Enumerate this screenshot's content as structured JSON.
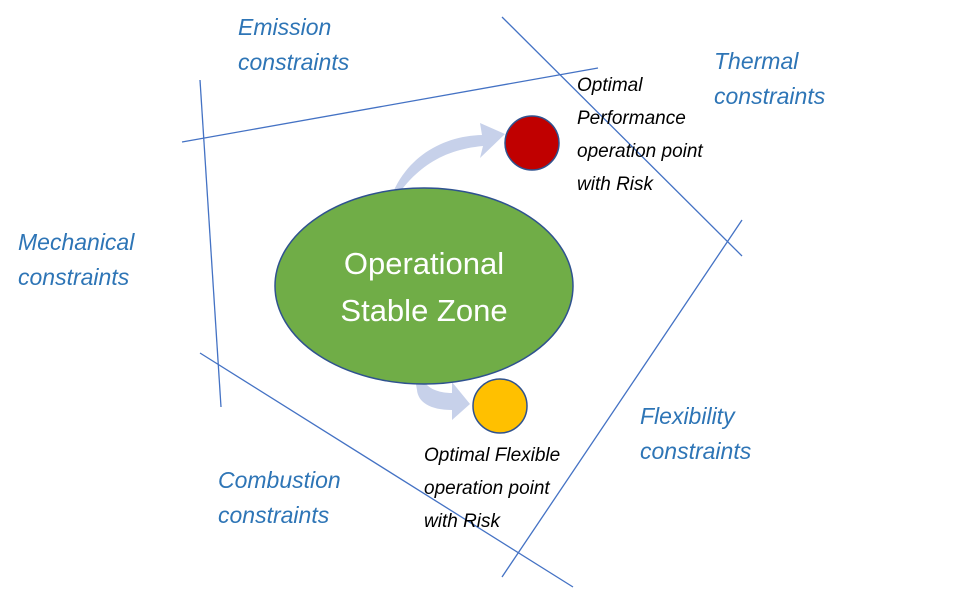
{
  "colors": {
    "constraint_text": "#2e75b6",
    "boundary_line": "#4472c4",
    "zone_fill": "#70ad47",
    "zone_stroke": "#2f528f",
    "zone_text": "#ffffff",
    "performance_point_fill": "#c00000",
    "flexible_point_fill": "#ffc000",
    "arrow_fill": "#c7d1ea",
    "point_text": "#000000"
  },
  "zone": {
    "lines": [
      "Operational",
      "Stable Zone"
    ]
  },
  "constraints": {
    "emission": [
      "Emission",
      "constraints"
    ],
    "thermal": [
      "Thermal",
      "constraints"
    ],
    "mechanical": [
      "Mechanical",
      "constraints"
    ],
    "flexibility": [
      "Flexibility",
      "constraints"
    ],
    "combustion": [
      "Combustion",
      "constraints"
    ]
  },
  "points": {
    "performance": [
      "Optimal",
      "Performance",
      "operation point",
      "with Risk"
    ],
    "flexible": [
      "Optimal Flexible",
      "operation point",
      "with Risk"
    ]
  }
}
